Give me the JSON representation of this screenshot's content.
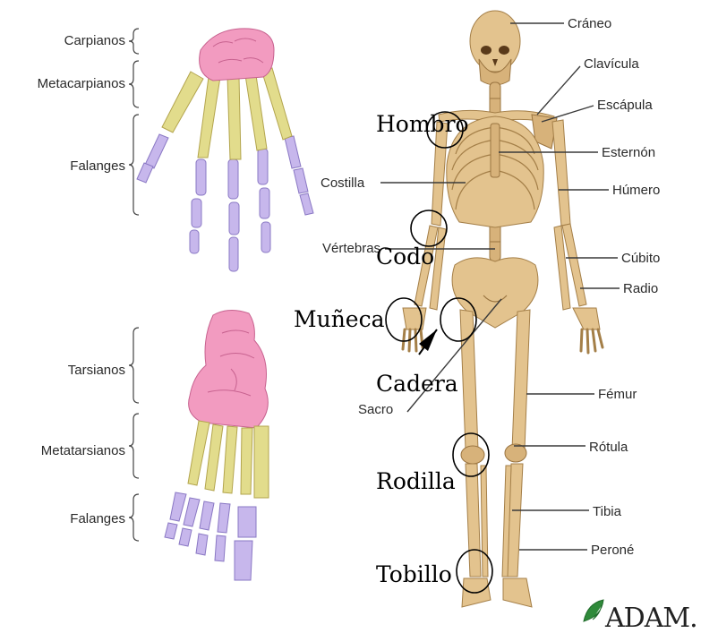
{
  "hand_labels": {
    "carpianos": "Carpianos",
    "metacarpianos": "Metacarpianos",
    "falanges": "Falanges"
  },
  "foot_labels": {
    "tarsianos": "Tarsianos",
    "metatarsianos": "Metatarsianos",
    "falanges": "Falanges"
  },
  "skeleton_labels": {
    "craneo": "Cráneo",
    "clavicula": "Clavícula",
    "escapula": "Escápula",
    "esternon": "Esternón",
    "humero": "Húmero",
    "costilla": "Costilla",
    "vertebras": "Vértebras",
    "cubito": "Cúbito",
    "radio": "Radio",
    "sacro": "Sacro",
    "femur": "Fémur",
    "rotula": "Rótula",
    "tibia": "Tibia",
    "perone": "Peroné"
  },
  "joint_labels": {
    "hombro": "Hombro",
    "codo": "Codo",
    "muneca": "Muñeca",
    "cadera": "Cadera",
    "rodilla": "Rodilla",
    "tobillo": "Tobillo"
  },
  "logo": "ADAM."
}
